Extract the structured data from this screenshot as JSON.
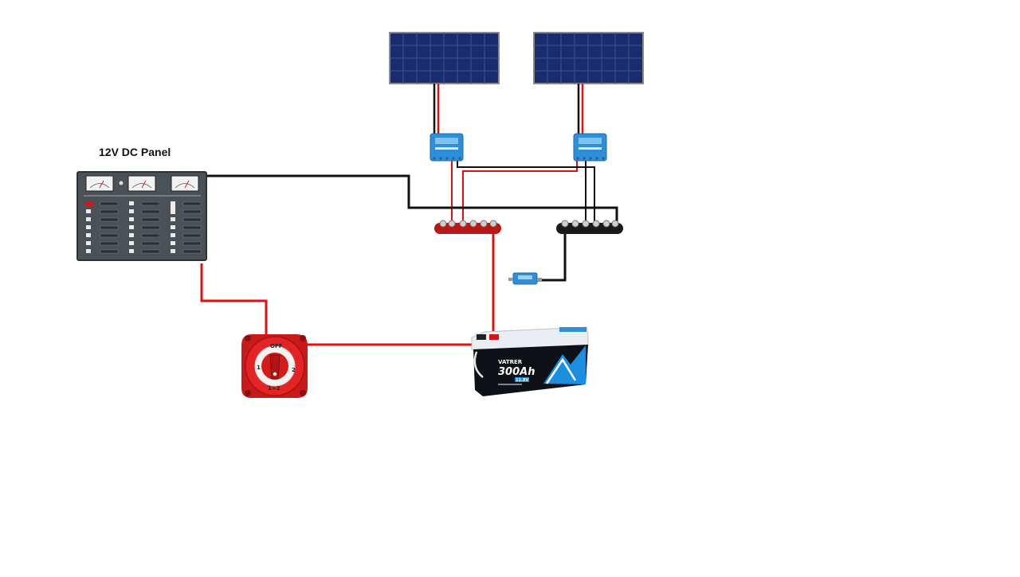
{
  "dc_panel": {
    "title": "12V DC Panel"
  },
  "switch": {
    "off_label": "OFF",
    "pos1": "1",
    "pos2": "2",
    "both": "1+2"
  },
  "battery": {
    "brand": "VATRER",
    "capacity": "300Ah",
    "voltage": "12.8V"
  },
  "colors": {
    "positive": "#e01010",
    "negative": "#111111",
    "controller": "#2e8fd8",
    "panel": "#1b2c6e"
  }
}
